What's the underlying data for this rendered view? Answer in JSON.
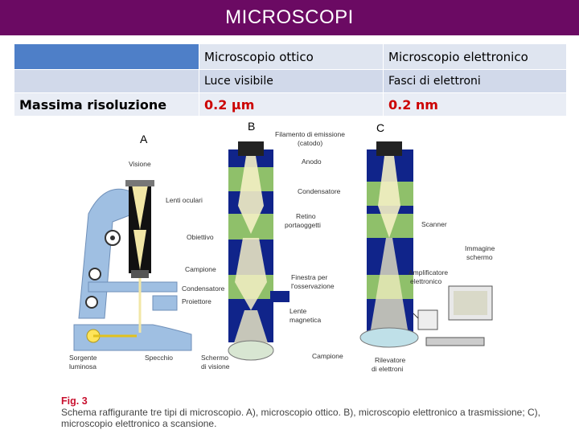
{
  "title": "MICROSCOPI",
  "table": {
    "headers": [
      "",
      "Microscopio ottico",
      "Microscopio elettronico"
    ],
    "rows": [
      [
        "",
        "Luce visibile",
        "Fasci di elettroni"
      ],
      [
        "Massima risoluzione",
        "0.2 µm",
        "0.2 nm"
      ]
    ]
  },
  "figure": {
    "panel_a": "A",
    "panel_b": "B",
    "panel_c": "C",
    "labels_a": {
      "visione": "Visione",
      "lenti_oculari": "Lenti oculari",
      "obiettivo": "Obiettivo",
      "campione": "Campione",
      "condensatore": "Condensatore",
      "proiettore": "Proiettore",
      "sorgente_1": "Sorgente",
      "sorgente_2": "luminosa",
      "specchio": "Specchio"
    },
    "labels_b": {
      "filamento_1": "Filamento di emissione",
      "filamento_2": "(catodo)",
      "anodo": "Anodo",
      "condensatore": "Condensatore",
      "retino_1": "Retino",
      "retino_2": "portaoggetti",
      "finestra_1": "Finestra per",
      "finestra_2": "l'osservazione",
      "lente_1": "Lente",
      "lente_2": "magnetica",
      "schermo_1": "Schermo",
      "schermo_2": "di visione"
    },
    "labels_c": {
      "scanner": "Scanner",
      "immagine_1": "Immagine",
      "immagine_2": "schermo",
      "amplificatore_1": "Amplificatore",
      "amplificatore_2": "elettronico",
      "campione": "Campione",
      "rilevatore_1": "Rilevatore",
      "rilevatore_2": "di elettroni"
    }
  },
  "caption": {
    "fig": "Fig. 3",
    "text": "Schema raffigurante tre tipi di microscopio. A), microscopio ottico. B), microscopio elettronico a trasmissione; C), microscopio elettronico a scansione."
  },
  "colors": {
    "title_bg": "#6b0a63",
    "table_header_blank": "#4e7fc8",
    "value_red": "#cc0000",
    "microscope_blue": "#9fbfe2",
    "column_navy": "#10248a",
    "lens_green": "#8fc06a"
  }
}
